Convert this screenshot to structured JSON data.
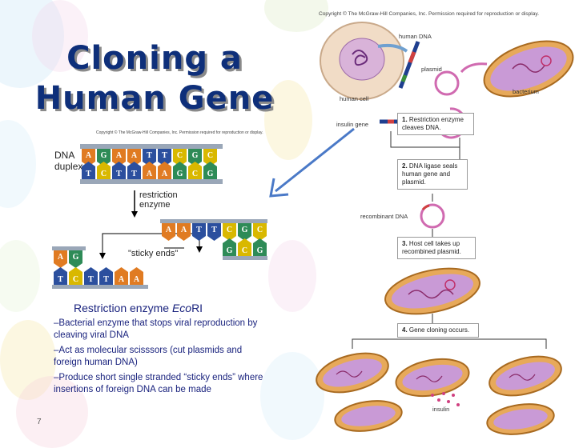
{
  "slide": {
    "title_line1": "Cloning a",
    "title_line2": "Human Gene",
    "page_number": "7"
  },
  "left_figure": {
    "copyright": "Copyright © The McGraw-Hill Companies, Inc. Permission required for reproduction or display.",
    "dna_label_line1": "DNA",
    "dna_label_line2": "duplex",
    "top_strand": [
      "A",
      "G",
      "A",
      "A",
      "T",
      "T",
      "C",
      "G",
      "C"
    ],
    "bottom_strand": [
      "T",
      "C",
      "T",
      "T",
      "A",
      "A",
      "G",
      "C",
      "G"
    ],
    "restriction_line1": "restriction",
    "restriction_line2": "enzyme",
    "sticky_ends": "\"sticky ends\"",
    "left_frag_top": [
      "A",
      "G"
    ],
    "left_frag_bottom": [
      "T",
      "C",
      "T",
      "T",
      "A",
      "A"
    ],
    "right_frag_top": [
      "A",
      "A",
      "T",
      "T",
      "C",
      "G",
      "C"
    ],
    "right_frag_bottom": [
      "G",
      "C",
      "G"
    ]
  },
  "text_block": {
    "caption_prefix": "Restriction enzyme ",
    "caption_italic": "Eco",
    "caption_suffix": "RI",
    "bullet1": "–Bacterial enzyme that stops viral reproduction by cleaving viral DNA",
    "bullet2": "–Act as molecular scisssors (cut plasmids and foreign human DNA)",
    "bullet3": "–Produce short single stranded “sticky ends” where insertions of foreign DNA can be made"
  },
  "right_figure": {
    "copyright": "Copyright © The McGraw-Hill Companies, Inc. Permission required for reproduction or display.",
    "human_dna": "human DNA",
    "plasmid": "plasmid",
    "bacterium": "bacterium",
    "human_cell": "human cell",
    "insulin_gene": "insulin gene",
    "recombinant_dna": "recombinant DNA",
    "insulin": "insulin",
    "step1_num": "1.",
    "step1_text": "Restriction enzyme cleaves DNA.",
    "step2_num": "2.",
    "step2_text": "DNA ligase seals human gene and plasmid.",
    "step3_num": "3.",
    "step3_text": "Host cell takes up recombined plasmid.",
    "step4_num": "4.",
    "step4_text": "Gene cloning occurs."
  },
  "colors": {
    "title": "#0e2f7a",
    "text_blue": "#1a237e",
    "base_A": "#e07b22",
    "base_T": "#2b4f9e",
    "base_G": "#2e8b57",
    "base_C": "#d9b800",
    "arrow": "#4a79c7",
    "cell_purple": "#b57ac2"
  }
}
